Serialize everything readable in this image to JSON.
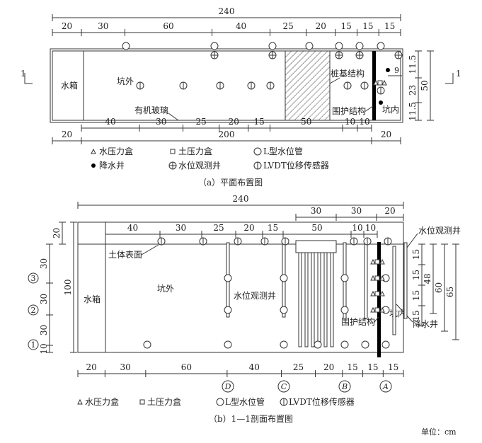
{
  "plan": {
    "dim_total": "240",
    "dim_top": [
      "20",
      "30",
      "60",
      "40",
      "25",
      "20",
      "15",
      "15",
      "15"
    ],
    "dim_bottom1": [
      "40",
      "30",
      "25",
      "20",
      "15",
      "50",
      "10",
      "10"
    ],
    "dim_bottom2": [
      "20",
      "200",
      "20"
    ],
    "dim_right": [
      "11.5",
      "23",
      "11.5"
    ],
    "dim_right_total": "50",
    "dim_well": "9",
    "labels": {
      "tank": "水箱",
      "outside": "坑外",
      "pile": "桩基结构",
      "glass": "有机玻璃",
      "retaining": "围护结构",
      "inside": "坑内"
    },
    "section_mark": "1",
    "caption": "（a）平面布置图"
  },
  "legend_a": [
    "水压力盒",
    "土压力盒",
    "L型水位管",
    "降水井",
    "水位观测井",
    "LVDT位移传感器"
  ],
  "section": {
    "dim_total": "240",
    "dim_top": [
      "30",
      "30",
      "20"
    ],
    "dim_inner": [
      "40",
      "30",
      "25",
      "20",
      "15",
      "50",
      "10",
      "10"
    ],
    "dim_bottom": [
      "20",
      "30",
      "60",
      "40",
      "25",
      "20",
      "15",
      "15",
      "15"
    ],
    "dim_left": [
      "30",
      "30",
      "30",
      "10"
    ],
    "dim_left_top": "20",
    "dim_left_total": "100",
    "dim_right": [
      "15",
      "15",
      "15",
      "15"
    ],
    "dim_right_totals": [
      "48",
      "60",
      "65"
    ],
    "levels": [
      "1",
      "2",
      "3"
    ],
    "axes": [
      "D",
      "C",
      "B",
      "A"
    ],
    "labels": {
      "tank": "水箱",
      "outside": "坑外",
      "surface": "土体表面",
      "obs_well": "水位观测井",
      "obs_well_right": "水位观测井",
      "retaining": "围护结构",
      "inside": "坑内",
      "dewater": "降水井"
    },
    "caption": "（b）1—1剖面布置图"
  },
  "legend_b": [
    "水压力盒",
    "土压力盒",
    "L型水位管",
    "LVDT位移传感器"
  ],
  "unit": "单位：cm"
}
